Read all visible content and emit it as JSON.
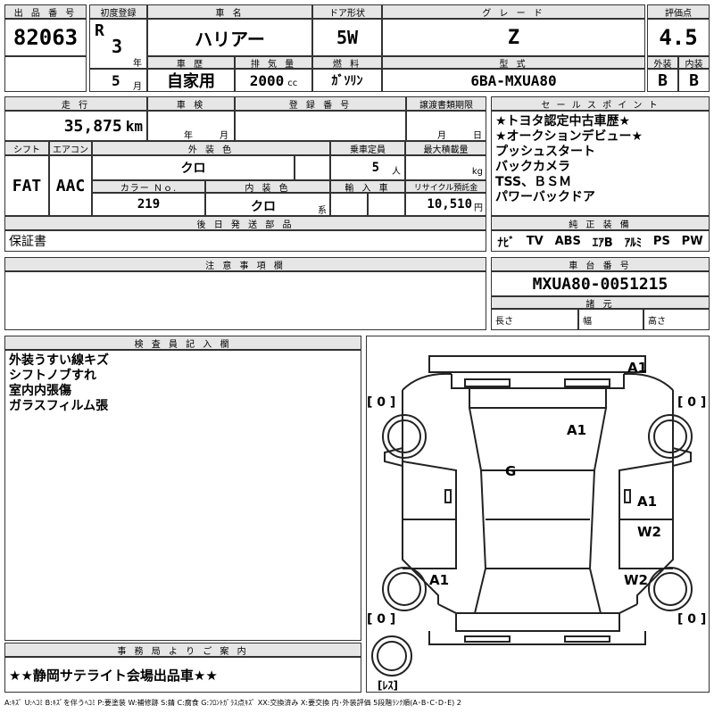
{
  "header": {
    "lot_label": "出 品 番 号",
    "lot_no": "82063",
    "first_reg_label": "初度登録",
    "era": "R",
    "year": "3",
    "year_unit": "年",
    "month": "5",
    "month_unit": "月",
    "car_name_label": "車 名",
    "car_name": "ハリアー",
    "door_label": "ドア形状",
    "door": "5W",
    "grade_label": "グ レ ー ド",
    "grade": "Z",
    "score_label": "評価点",
    "score": "4.5",
    "history_label": "車 歴",
    "history": "自家用",
    "displacement_label": "排 気 量",
    "displacement": "2000",
    "displacement_unit": "cc",
    "fuel_label": "燃 料",
    "fuel": "ｶﾞｿﾘﾝ",
    "model_label": "型 式",
    "model": "6BA-MXUA80",
    "exterior_label": "外装",
    "exterior": "B",
    "interior_label": "内装",
    "interior": "B"
  },
  "info": {
    "mileage_label": "走 行",
    "mileage": "35,875",
    "mileage_unit": "km",
    "inspection_label": "車 検",
    "insp_year_unit": "年",
    "insp_month_unit": "月",
    "reg_no_label": "登 録 番 号",
    "transfer_label": "譲渡書類期限",
    "transfer_month_unit": "月",
    "transfer_day_unit": "日",
    "shift_label": "シフト",
    "shift": "FAT",
    "ac_label": "エアコン",
    "ac": "AAC",
    "ext_color_label": "外 装 色",
    "ext_color": "クロ",
    "capacity_label": "乗車定員",
    "capacity": "5",
    "capacity_unit": "人",
    "max_load_label": "最大積載量",
    "max_load_unit": "kg",
    "color_no_label": "カラー Ｎｏ.",
    "color_no": "219",
    "int_color_label": "内 装 色",
    "int_color": "クロ",
    "int_color_unit": "系",
    "import_label": "輸 入 車",
    "recycle_label": "リサイクル預託金",
    "recycle": "10,510",
    "recycle_unit": "円",
    "accessories_label": "後 日 発 送 部 品",
    "accessories": "保証書"
  },
  "sales": {
    "label": "セ ー ル ス ポ イ ン ト",
    "points": [
      "★トヨタ認定中古車歴★",
      "★オークションデビュー★",
      "プッシュスタート",
      "バックカメラ",
      "TSS、ＢＳＭ",
      "パワーバックドア"
    ]
  },
  "equipment": {
    "label": "純 正 装 備",
    "items": [
      "ﾅﾋﾞ",
      "TV",
      "ABS",
      "ｴｱB",
      "ｱﾙﾐ",
      "PS",
      "PW"
    ]
  },
  "notes": {
    "label": "注 意 事 項 欄"
  },
  "chassis": {
    "label": "車 台 番 号",
    "number": "MXUA80-0051215",
    "dims_label": "諸 元",
    "length_label": "長さ",
    "width_label": "幅",
    "height_label": "高さ"
  },
  "inspector": {
    "label": "検 査 員 記 入 欄",
    "comments": [
      "外装うすい線キズ",
      "シフトノブすれ",
      "室内内張傷",
      "ガラスフィルム張"
    ]
  },
  "diagram": {
    "marks": [
      "A1",
      "A1",
      "G",
      "A1",
      "W2",
      "A1",
      "W2"
    ],
    "tires": [
      "[ 0 ]",
      "[ 0 ]",
      "[ 0 ]",
      "[ 0 ]"
    ],
    "spare": "[ﾚｽ]"
  },
  "office": {
    "label": "事 務 局 よ り ご 案 内",
    "message": "★★静岡サテライト会場出品車★★"
  },
  "legend": "A:ｷｽﾞ U:ﾍｺﾐ B:ｷｽﾞを伴うﾍｺﾐ P:要塗装 W:補修跡 S:錆 C:腐食 G:ﾌﾛﾝﾄｶﾞﾗｽ点ｷｽﾞ XX:交換済み X:要交換  内･外装評価 5段階ﾗﾝｸ順(A･B･C･D･E) 2"
}
